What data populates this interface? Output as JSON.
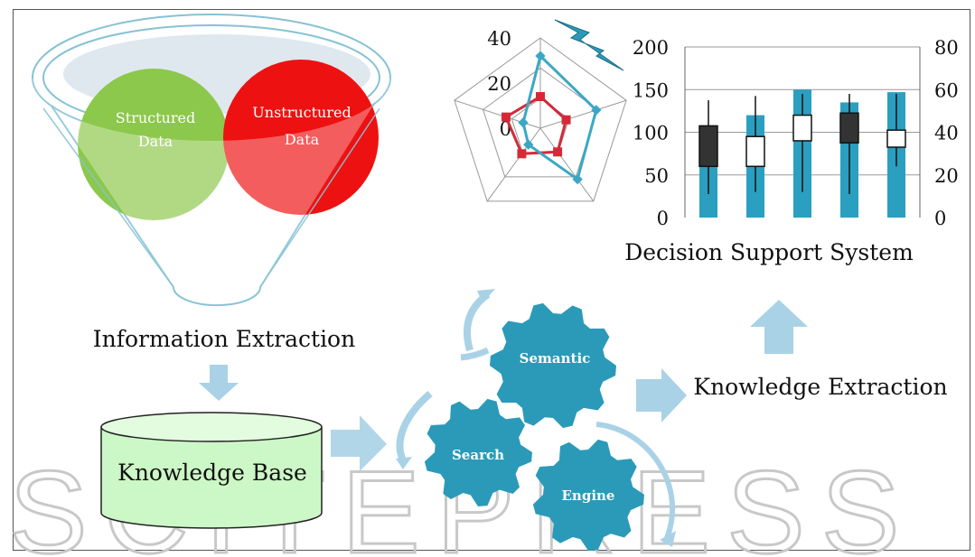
{
  "labels": {
    "structured_line1": "Structured",
    "structured_line2": "Data",
    "unstructured_line1": "Unstructured",
    "unstructured_line2": "Data",
    "information_extraction": "Information Extraction",
    "knowledge_base": "Knowledge Base",
    "knowledge_extraction": "Knowledge Extraction",
    "decision_support_system": "Decision Support System",
    "gear_semantic": "Semantic",
    "gear_search": "Search",
    "gear_engine": "Engine",
    "watermark": "SCITEPRESS"
  },
  "colors": {
    "structured": "#8cc84b",
    "unstructured": "#ee1111",
    "gear": "#2b9ab8",
    "arrow": "#a9d2e6",
    "kb_fill": "#ccf7c6",
    "funnel_stroke": "#86c2d4",
    "radar_red": "#d42a38",
    "radar_blue": "#3aa8c4",
    "bar": "#2a9fc0"
  },
  "chart_data": [
    {
      "type": "radar",
      "tick_labels": [
        "0",
        "20",
        "40"
      ],
      "rmax": 40,
      "series": [
        {
          "values": [
            14,
            12,
            13,
            14,
            16
          ]
        },
        {
          "values": [
            32,
            26,
            28,
            9,
            8
          ]
        }
      ]
    },
    {
      "type": "bar",
      "left_axis_ticks": [
        "0",
        "50",
        "100",
        "150",
        "200"
      ],
      "right_axis_ticks": [
        "0",
        "20",
        "40",
        "60",
        "80"
      ],
      "ylim": [
        0,
        200
      ],
      "y2lim": [
        0,
        80
      ],
      "values": [
        108,
        120,
        150,
        135,
        147
      ],
      "candles": [
        {
          "low": 11,
          "open": 24,
          "close": 43,
          "high": 55,
          "dark": true
        },
        {
          "low": 12,
          "open": 24,
          "close": 38,
          "high": 57,
          "dark": false
        },
        {
          "low": 12,
          "open": 36,
          "close": 48,
          "high": 58,
          "dark": false
        },
        {
          "low": 11,
          "open": 35,
          "close": 49,
          "high": 58,
          "dark": true
        },
        {
          "low": 24,
          "open": 33,
          "close": 41,
          "high": 58,
          "dark": false
        }
      ]
    }
  ]
}
